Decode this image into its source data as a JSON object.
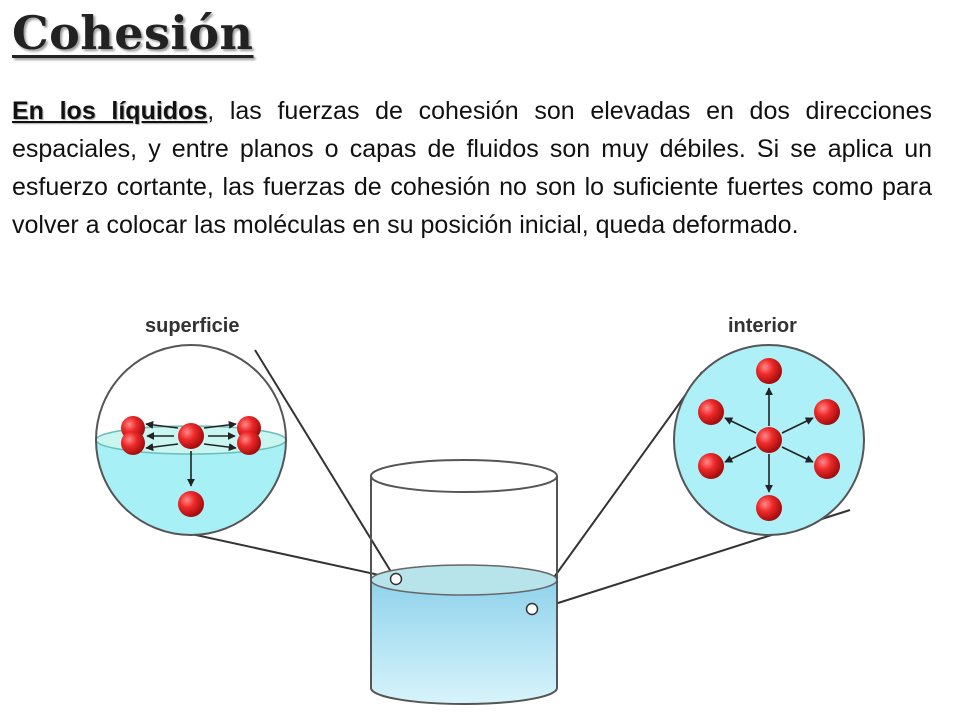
{
  "title": "Cohesión",
  "paragraph": {
    "lead": "En los líquidos",
    "rest": ", las fuerzas de cohesión son elevadas en dos direcciones espaciales, y entre planos o capas de fluidos son muy débiles. Si se aplica un esfuerzo cortante, las fuerzas de cohesión no son lo suficiente fuertes como para volver a colocar las moléculas en su posición inicial, queda deformado."
  },
  "diagram": {
    "label_surface": "superficie",
    "label_interior": "interior",
    "colors": {
      "molecule": "#e8202a",
      "water": "#a9e6f2",
      "circle_fill": "#aef0f7",
      "glass_stroke": "#555555"
    }
  }
}
